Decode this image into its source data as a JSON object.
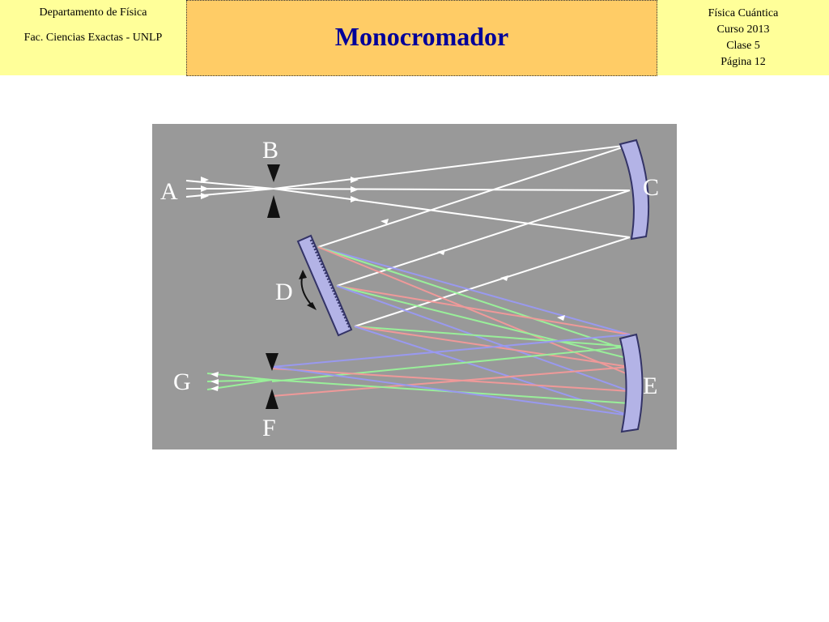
{
  "header": {
    "left": {
      "line1": "Departamento de Física",
      "line2": "Fac. Ciencias Exactas - UNLP"
    },
    "title": "Monocromador",
    "right": {
      "line1": "Física Cuántica",
      "line2": "Curso 2013",
      "line3": "Clase 5",
      "line4": "Página 12"
    }
  },
  "diagram": {
    "labels": {
      "A": "A",
      "B": "B",
      "C": "C",
      "D": "D",
      "E": "E",
      "F": "F",
      "G": "G"
    },
    "colors": {
      "background": "#999999",
      "white_ray": "#ffffff",
      "red_ray": "#ff9999",
      "green_ray": "#99ff99",
      "blue_ray": "#9999ff",
      "mirror_fill": "#b3b3e6",
      "mirror_stroke": "#333366"
    }
  }
}
